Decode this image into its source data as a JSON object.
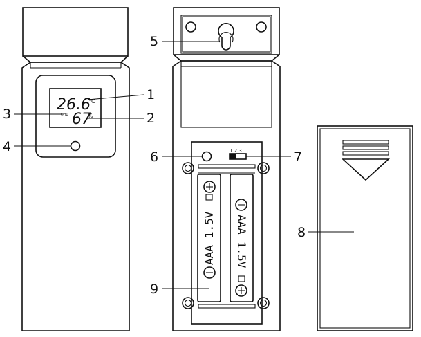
{
  "callouts": {
    "c1": "1",
    "c2": "2",
    "c3": "3",
    "c4": "4",
    "c5": "5",
    "c6": "6",
    "c7": "7",
    "c8": "8",
    "c9": "9"
  },
  "display": {
    "temperature": "26.6",
    "temperature_unit": "°C",
    "humidity": "67",
    "humidity_unit": "%",
    "channel_indicator": "CH1"
  },
  "channel_switch": {
    "positions": "1 2 3"
  },
  "batteries": {
    "left": {
      "type": "AAA",
      "voltage": "1.5V",
      "plus": "+",
      "minus": "−"
    },
    "right": {
      "type": "AAA",
      "voltage": "1.5V",
      "plus": "+",
      "minus": "−"
    }
  },
  "colors": {
    "line": "#111111",
    "background": "#ffffff"
  }
}
